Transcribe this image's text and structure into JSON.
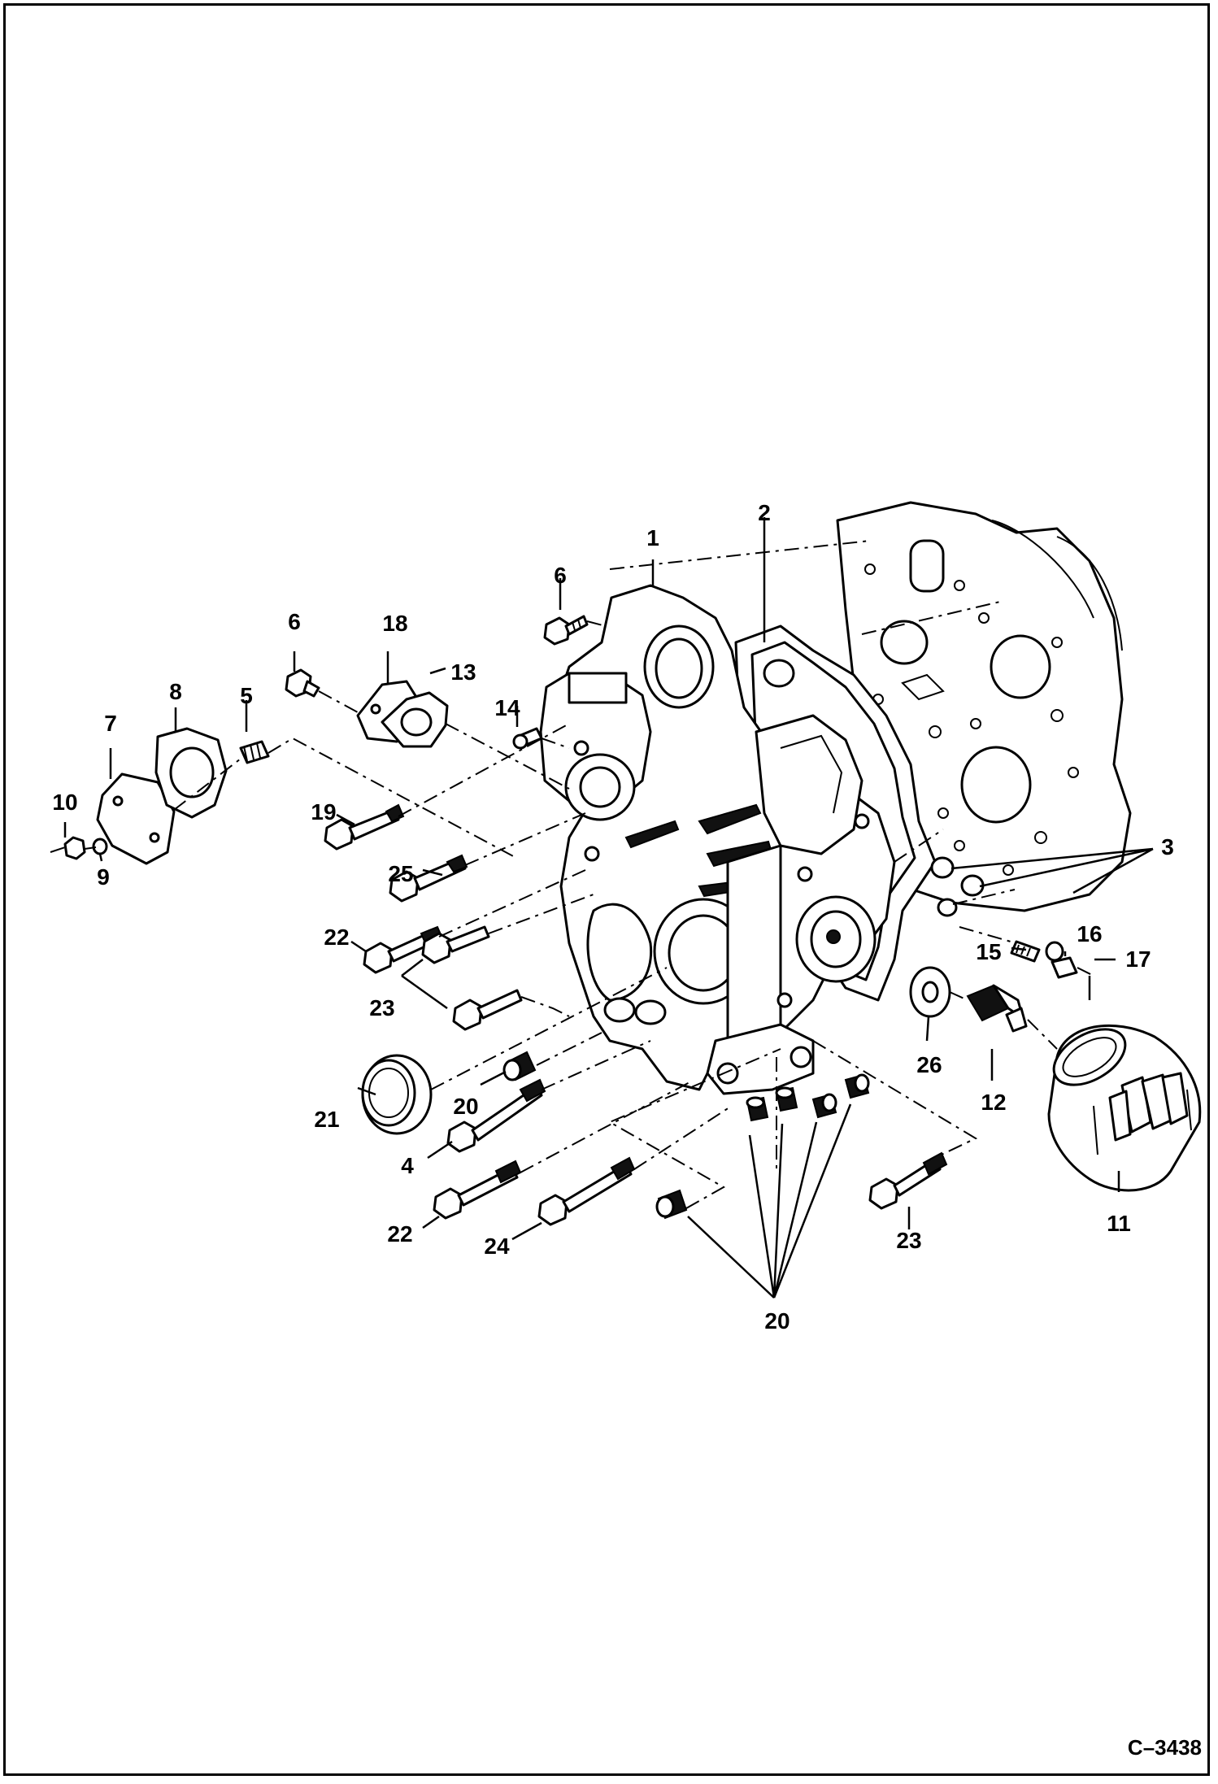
{
  "drawing_reference": "C–3438",
  "callouts": [
    {
      "id": "c1",
      "label": "1"
    },
    {
      "id": "c2",
      "label": "2"
    },
    {
      "id": "c3",
      "label": "3"
    },
    {
      "id": "c4",
      "label": "4"
    },
    {
      "id": "c5",
      "label": "5"
    },
    {
      "id": "c6a",
      "label": "6"
    },
    {
      "id": "c6b",
      "label": "6"
    },
    {
      "id": "c7",
      "label": "7"
    },
    {
      "id": "c8",
      "label": "8"
    },
    {
      "id": "c9",
      "label": "9"
    },
    {
      "id": "c10",
      "label": "10"
    },
    {
      "id": "c11",
      "label": "11"
    },
    {
      "id": "c12",
      "label": "12"
    },
    {
      "id": "c13",
      "label": "13"
    },
    {
      "id": "c14",
      "label": "14"
    },
    {
      "id": "c15",
      "label": "15"
    },
    {
      "id": "c16",
      "label": "16"
    },
    {
      "id": "c17",
      "label": "17"
    },
    {
      "id": "c18",
      "label": "18"
    },
    {
      "id": "c19",
      "label": "19"
    },
    {
      "id": "c20a",
      "label": "20"
    },
    {
      "id": "c20b",
      "label": "20"
    },
    {
      "id": "c21",
      "label": "21"
    },
    {
      "id": "c22a",
      "label": "22"
    },
    {
      "id": "c22b",
      "label": "22"
    },
    {
      "id": "c23a",
      "label": "23"
    },
    {
      "id": "c23b",
      "label": "23"
    },
    {
      "id": "c24",
      "label": "24"
    },
    {
      "id": "c25",
      "label": "25"
    },
    {
      "id": "c26",
      "label": "26"
    }
  ]
}
